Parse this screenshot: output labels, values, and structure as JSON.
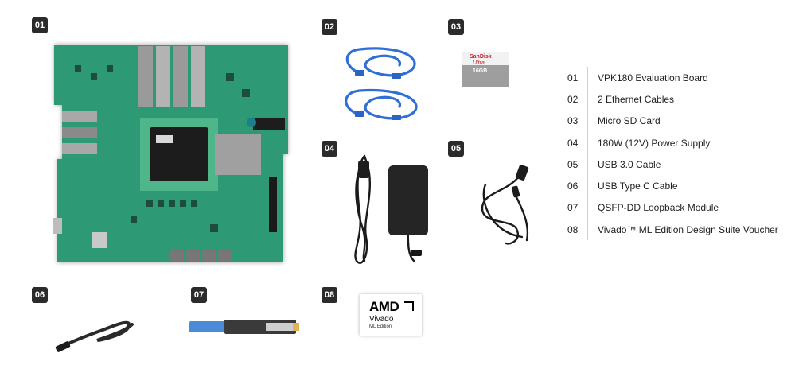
{
  "badges": [
    "01",
    "02",
    "03",
    "04",
    "05",
    "06",
    "07",
    "08"
  ],
  "sd_card": {
    "brand": "SanDisk",
    "line": "Ultra",
    "capacity": "16GB"
  },
  "voucher": {
    "brand": "AMD",
    "product": "Vivado",
    "edition": "ML Edition"
  },
  "legend": [
    {
      "num": "01",
      "label": "VPK180 Evaluation Board"
    },
    {
      "num": "02",
      "label": "2 Ethernet Cables"
    },
    {
      "num": "03",
      "label": "Micro SD Card"
    },
    {
      "num": "04",
      "label": "180W (12V) Power Supply"
    },
    {
      "num": "05",
      "label": "USB 3.0 Cable"
    },
    {
      "num": "06",
      "label": "USB Type C Cable"
    },
    {
      "num": "07",
      "label": "QSFP-DD Loopback Module"
    },
    {
      "num": "08",
      "label": "Vivado™ ML Edition Design Suite Voucher"
    }
  ],
  "colors": {
    "board": "#2f9a74",
    "cable_blue": "#2f6fd6",
    "badge": "#2b2b2b"
  }
}
